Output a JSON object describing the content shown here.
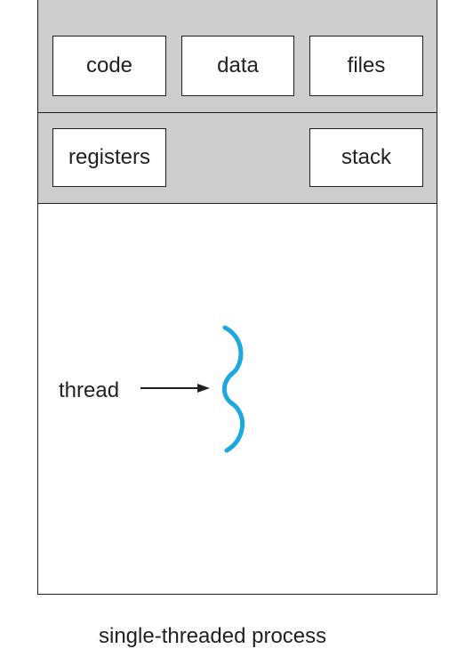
{
  "shared_resources": {
    "code": "code",
    "data": "data",
    "files": "files"
  },
  "thread_resources": {
    "registers": "registers",
    "stack": "stack"
  },
  "thread_label": "thread",
  "caption": "single-threaded process",
  "colors": {
    "thread_wave": "#1ba7e0",
    "band_fill": "#cdcdcd",
    "outline": "#231f20"
  }
}
